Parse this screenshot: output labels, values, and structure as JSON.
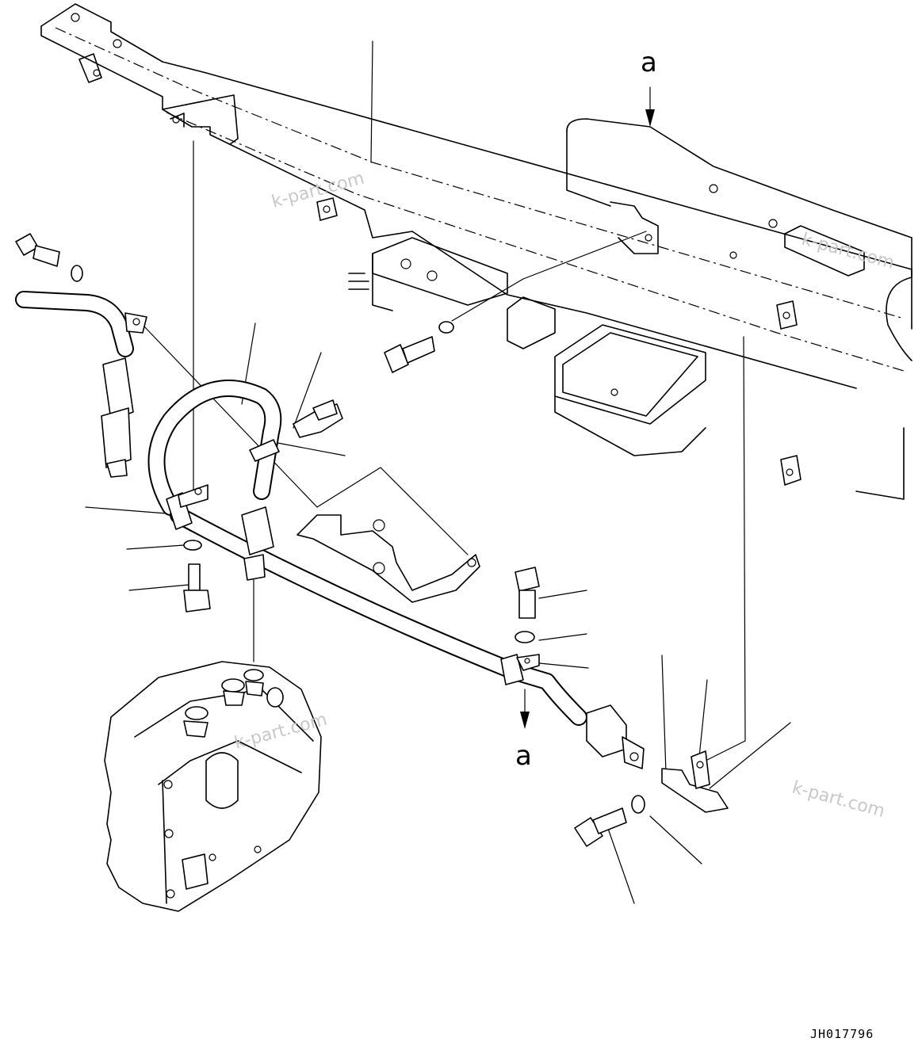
{
  "view_marker_top": "a",
  "view_marker_bottom": "a",
  "watermark": "k-part.com",
  "drawing_code": "JH017796"
}
